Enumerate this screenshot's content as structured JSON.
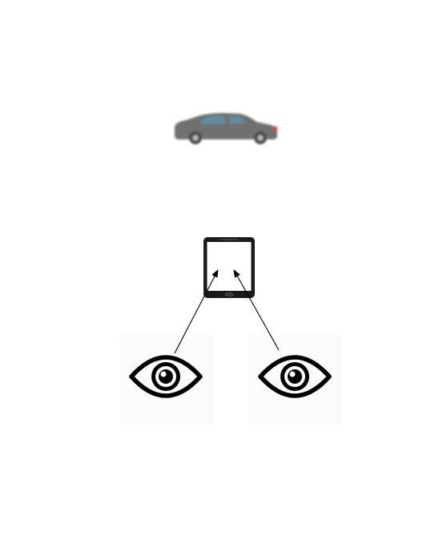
{
  "diagram": {
    "colors": {
      "background": "#ffffff",
      "car_body": "#707070",
      "car_window": "#5f8fa3",
      "car_wheel": "#4a4a4a",
      "car_taillight": "#cc4444",
      "tablet_frame": "#1a1a1a",
      "tablet_screen": "#ffffff",
      "line": "#000000",
      "eye": "#000000",
      "eye_panel": "#fbfbfb"
    },
    "elements": [
      {
        "id": "car",
        "icon": "car-icon",
        "style": "blurred"
      },
      {
        "id": "tablet",
        "icon": "tablet-icon",
        "contains": "two-inward-arrows"
      },
      {
        "id": "left-eye",
        "icon": "eye-icon"
      },
      {
        "id": "right-eye",
        "icon": "eye-icon"
      }
    ],
    "connections": [
      {
        "from": "left-eye",
        "to": "tablet",
        "arrow": "end"
      },
      {
        "from": "right-eye",
        "to": "tablet",
        "arrow": "end"
      }
    ]
  }
}
